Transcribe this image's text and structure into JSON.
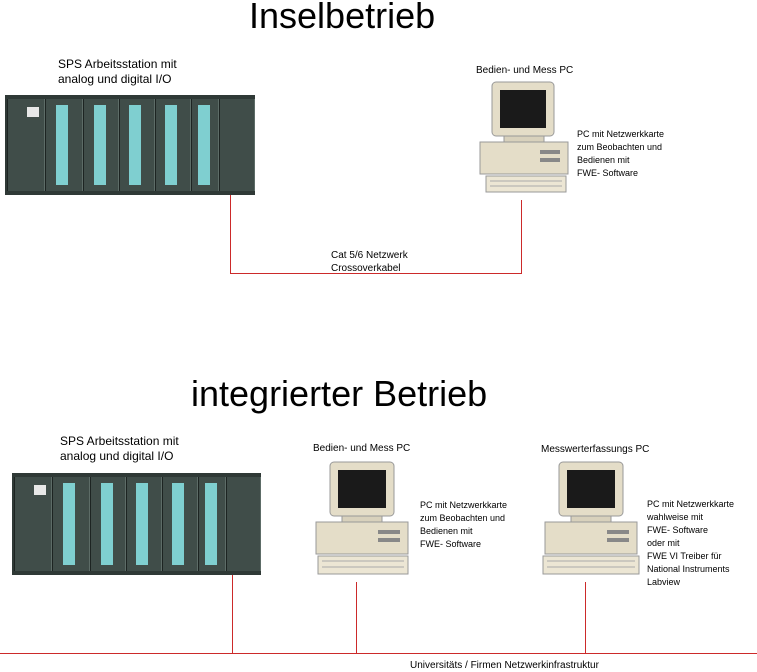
{
  "sections": {
    "island": {
      "title": "Inselbetrieb",
      "plc_label": [
        "SPS Arbeitsstation mit",
        "analog und digital I/O"
      ],
      "pc_label": "Bedien- und Mess PC",
      "pc_desc": [
        "PC mit Netzwerkkarte",
        "zum Beobachten und",
        "Bedienen mit",
        "FWE- Software"
      ],
      "network_label": [
        "Cat 5/6 Netzwerk",
        "Crossoverkabel"
      ]
    },
    "integrated": {
      "title": "integrierter Betrieb",
      "plc_label": [
        "SPS Arbeitsstation mit",
        "analog und digital I/O"
      ],
      "pc1_label": "Bedien- und Mess PC",
      "pc1_desc": [
        "PC mit Netzwerkkarte",
        "zum Beobachten und",
        "Bedienen mit",
        "FWE- Software"
      ],
      "pc2_label": "Messwerterfassungs PC",
      "pc2_desc": [
        "PC mit Netzwerkkarte",
        "wahlweise mit",
        "FWE- Software",
        "oder mit",
        "FWE VI Treiber für",
        "National Instruments",
        "Labview"
      ],
      "network_label": "Universitäts / Firmen Netzwerkinfrastruktur"
    }
  },
  "colors": {
    "line": "#cc2a2a",
    "plc_body": "#2f3936",
    "plc_led": "#7fcfd0",
    "pc_case": "#e4ddc8"
  }
}
